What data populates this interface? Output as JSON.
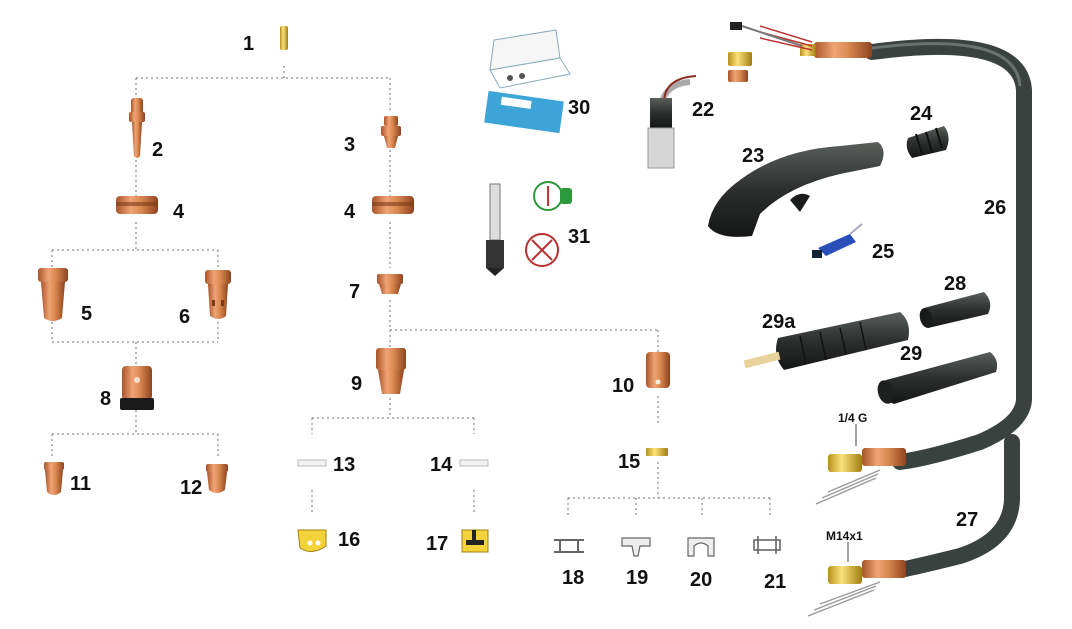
{
  "labels": {
    "p1": "1",
    "p2": "2",
    "p3": "3",
    "p4a": "4",
    "p4b": "4",
    "p5": "5",
    "p6": "6",
    "p7": "7",
    "p8": "8",
    "p9": "9",
    "p10": "10",
    "p11": "11",
    "p12": "12",
    "p13": "13",
    "p14": "14",
    "p15": "15",
    "p16": "16",
    "p17": "17",
    "p18": "18",
    "p19": "19",
    "p20": "20",
    "p21": "21",
    "p22": "22",
    "p23": "23",
    "p24": "24",
    "p25": "25",
    "p26": "26",
    "p27": "27",
    "p28": "28",
    "p29": "29",
    "p29a": "29a",
    "p30": "30",
    "p31": "31"
  },
  "threads": {
    "quarter_g": "1/4 G",
    "m14": "M14x1"
  },
  "colors": {
    "copper": "#d9874f",
    "copper_dark": "#a8542a",
    "brass": "#e8c23a",
    "rubber": "#2c2f2d",
    "hose": "#3a4240",
    "connector": "#888888"
  },
  "icons": [
    "torch-handle-icon",
    "hose-icon",
    "electrode-icon",
    "nozzle-icon",
    "ok-badge-icon",
    "box-icon"
  ]
}
